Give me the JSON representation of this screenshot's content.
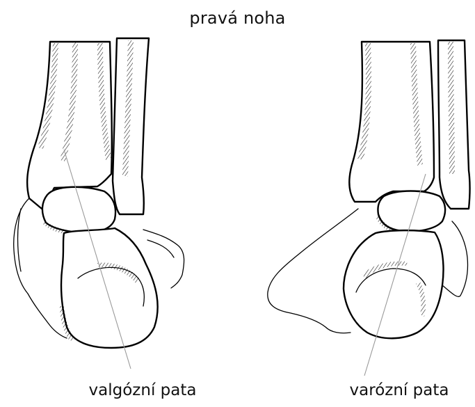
{
  "title": "pravá noha",
  "figures": [
    {
      "label": "valgózní pata",
      "axis": "heel-axis-line"
    },
    {
      "label": "varózní pata",
      "axis": "heel-axis-line"
    }
  ],
  "colors": {
    "line": "#000000",
    "axis": "#9a9a9a",
    "background": "#ffffff"
  }
}
